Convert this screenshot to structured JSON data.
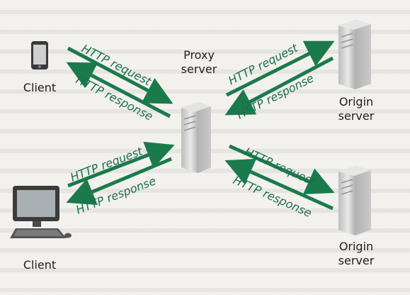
{
  "nodes": {
    "client_top": "Client",
    "client_bottom": "Client",
    "proxy": "Proxy\nserver",
    "origin_top": "Origin\nserver",
    "origin_bottom": "Origin\nserver"
  },
  "edges": {
    "client_top_request": "HTTP request",
    "client_top_response": "HTTP response",
    "client_bottom_request": "HTTP request",
    "client_bottom_response": "HTTP response",
    "origin_top_request": "HTTP request",
    "origin_top_response": "HTTP response",
    "origin_bottom_request": "HTTP request",
    "origin_bottom_response": "HTTP response"
  },
  "colors": {
    "arrow": "#1b7a4c",
    "arrow_label": "#1b6f4a",
    "server": "#d9d9d9"
  }
}
